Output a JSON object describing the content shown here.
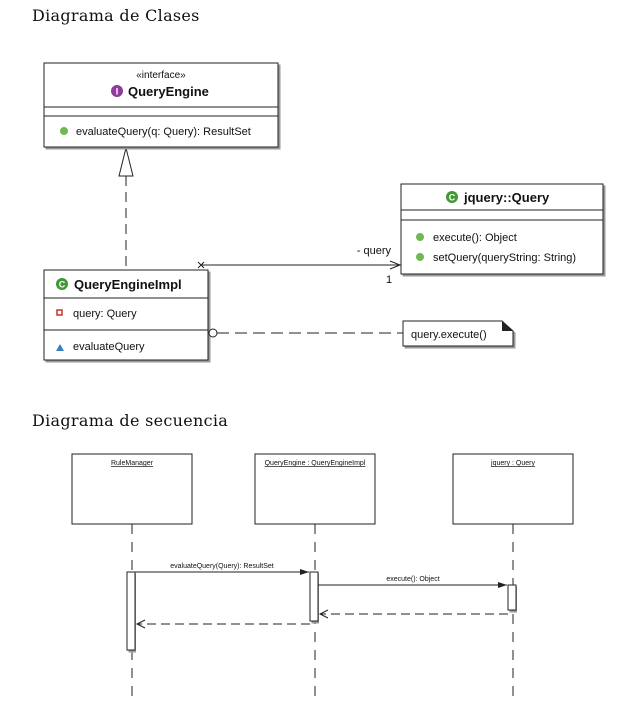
{
  "headings": {
    "class_diagram": "Diagrama de Clases",
    "sequence_diagram": "Diagrama de secuencia"
  },
  "class_diagram": {
    "query_engine": {
      "stereotype": "«interface»",
      "badge": "I",
      "name": "QueryEngine",
      "method": "evaluateQuery(q: Query): ResultSet"
    },
    "query_engine_impl": {
      "badge": "C",
      "name": "QueryEngineImpl",
      "attribute": "query: Query",
      "method": "evaluateQuery"
    },
    "jquery_query": {
      "badge": "C",
      "name": "jquery::Query",
      "methods": [
        "execute(): Object",
        "setQuery(queryString: String)"
      ]
    },
    "association": {
      "role": "- query",
      "multiplicity": "1"
    },
    "note": "query.execute()",
    "colors": {
      "interface_badge": "#8e3d9c",
      "class_badge": "#3f9a36",
      "public_dot": "#6fb852",
      "private_square": "#c0392b",
      "protected_triangle": "#3a7ec2"
    }
  },
  "sequence_diagram": {
    "participants": [
      "RuleManager",
      "QueryEngine : QueryEngineImpl",
      "jquery : Query"
    ],
    "messages": [
      {
        "label": "evaluateQuery(Query): ResultSet"
      },
      {
        "label": "execute(): Object"
      }
    ]
  }
}
